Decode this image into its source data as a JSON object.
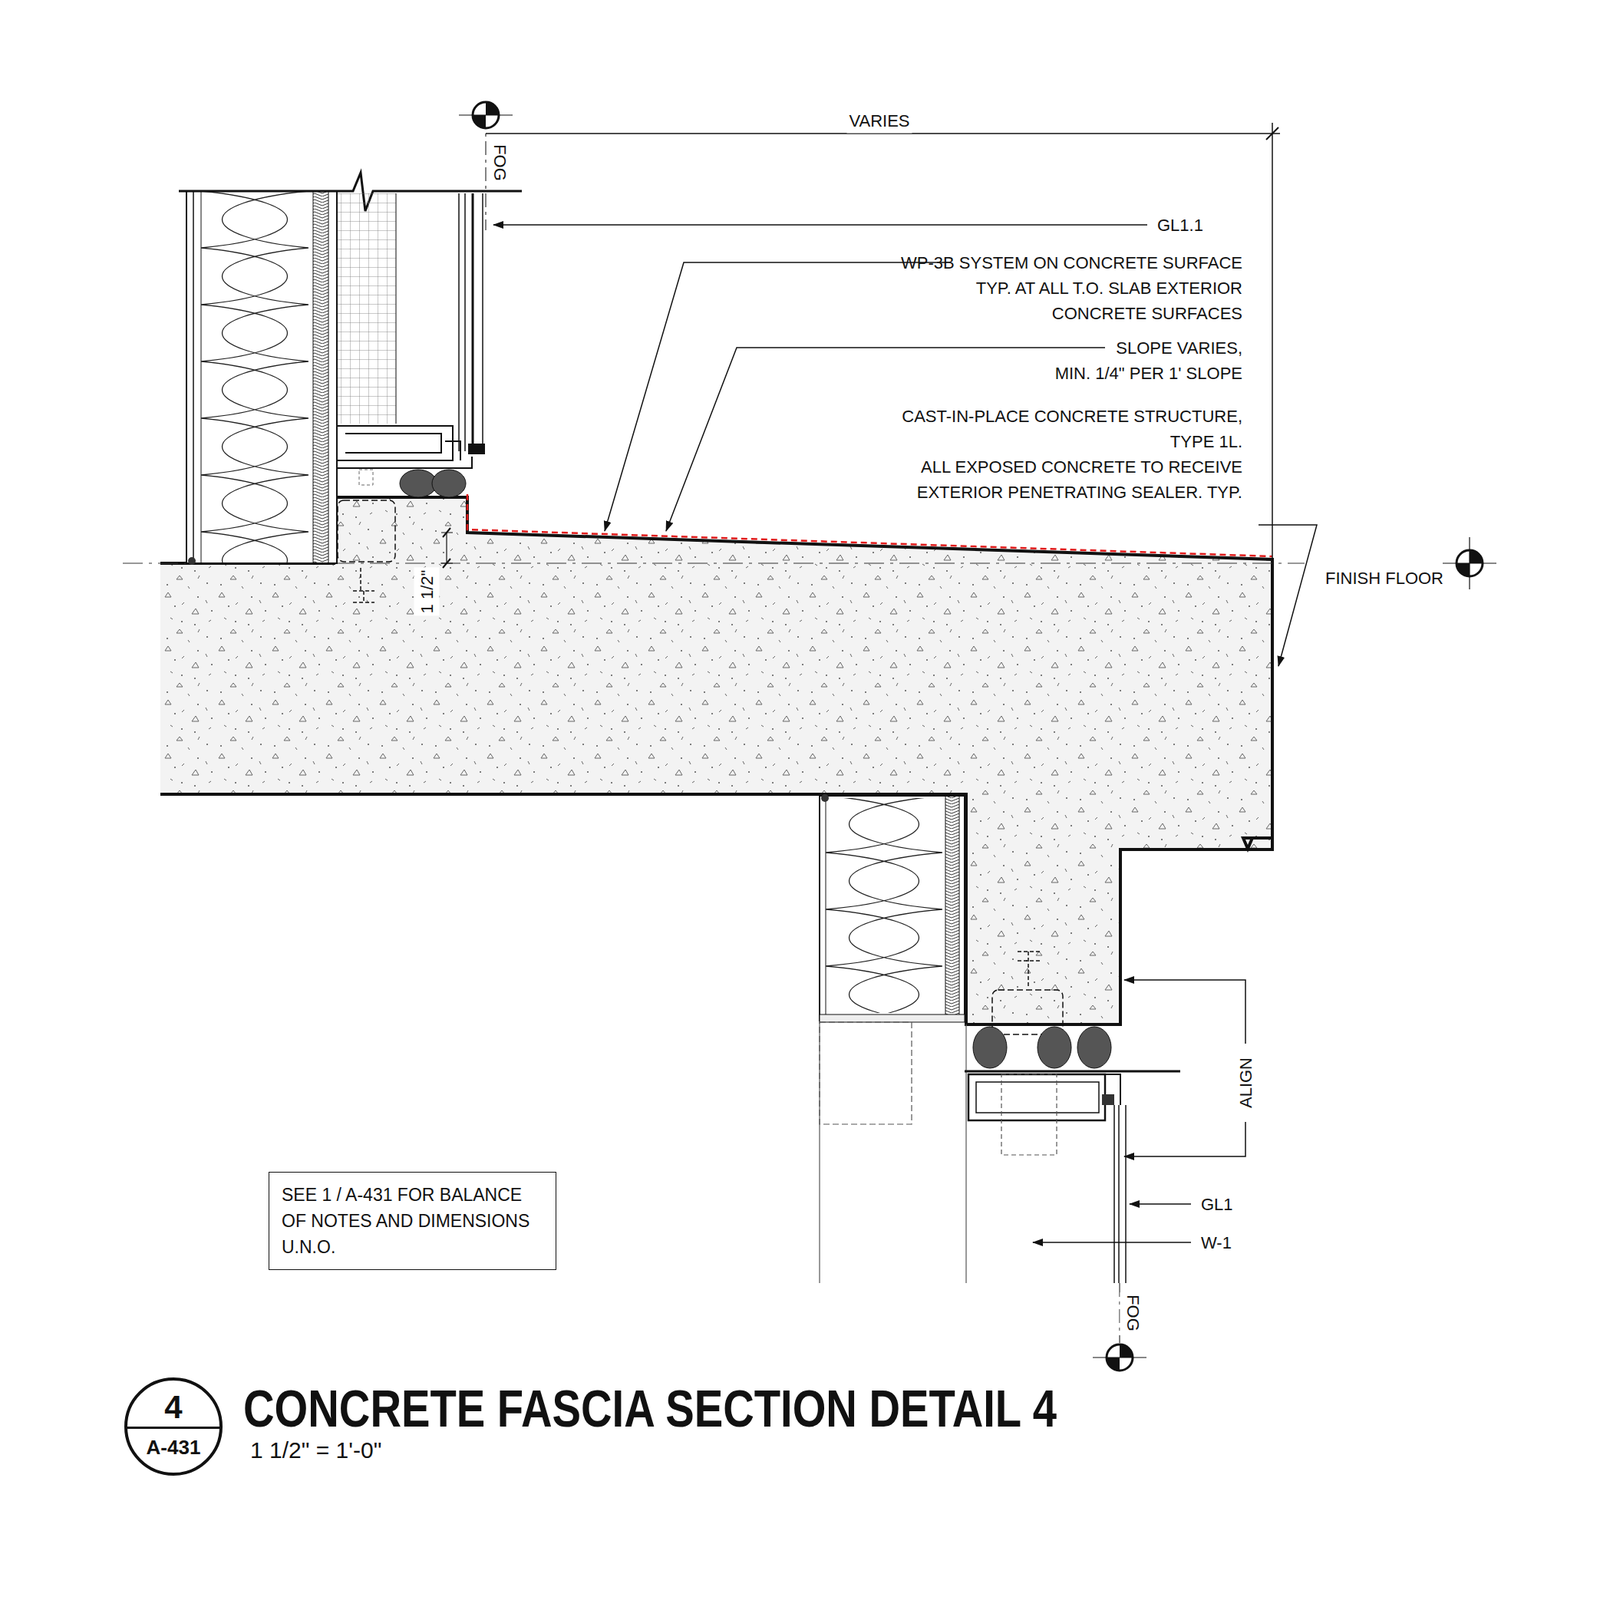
{
  "diagram": {
    "title": "CONCRETE FASCIA SECTION DETAIL 4",
    "caption": "1 1/2\" = 1'-0\"",
    "nodes": [
      {
        "text": [
          "SEE 1 / A-431 FOR BALANCE OF NOTES AND DIMENSIONS U.N.O."
        ]
      },
      {
        "text": [
          "4",
          "A-431"
        ]
      }
    ],
    "labels": [
      "VARIES",
      "FOG",
      "GL1.1",
      "WP-3B SYSTEM ON CONCRETE SURFACE TYP. AT ALL T.O. SLAB EXTERIOR CONCRETE SURFACES",
      "SLOPE VARIES,",
      "MIN. 1/4\" PER 1' SLOPE",
      "CAST-IN-PLACE CONCRETE STRUCTURE, TYPE 1L.",
      "ALL EXPOSED CONCRETE TO RECEIVE EXTERIOR PENETRATING SEALER. TYP.",
      "FINISH FLOOR",
      "1 1/2\"",
      "ALIGN",
      "GL1",
      "W-1",
      "FOG"
    ]
  }
}
